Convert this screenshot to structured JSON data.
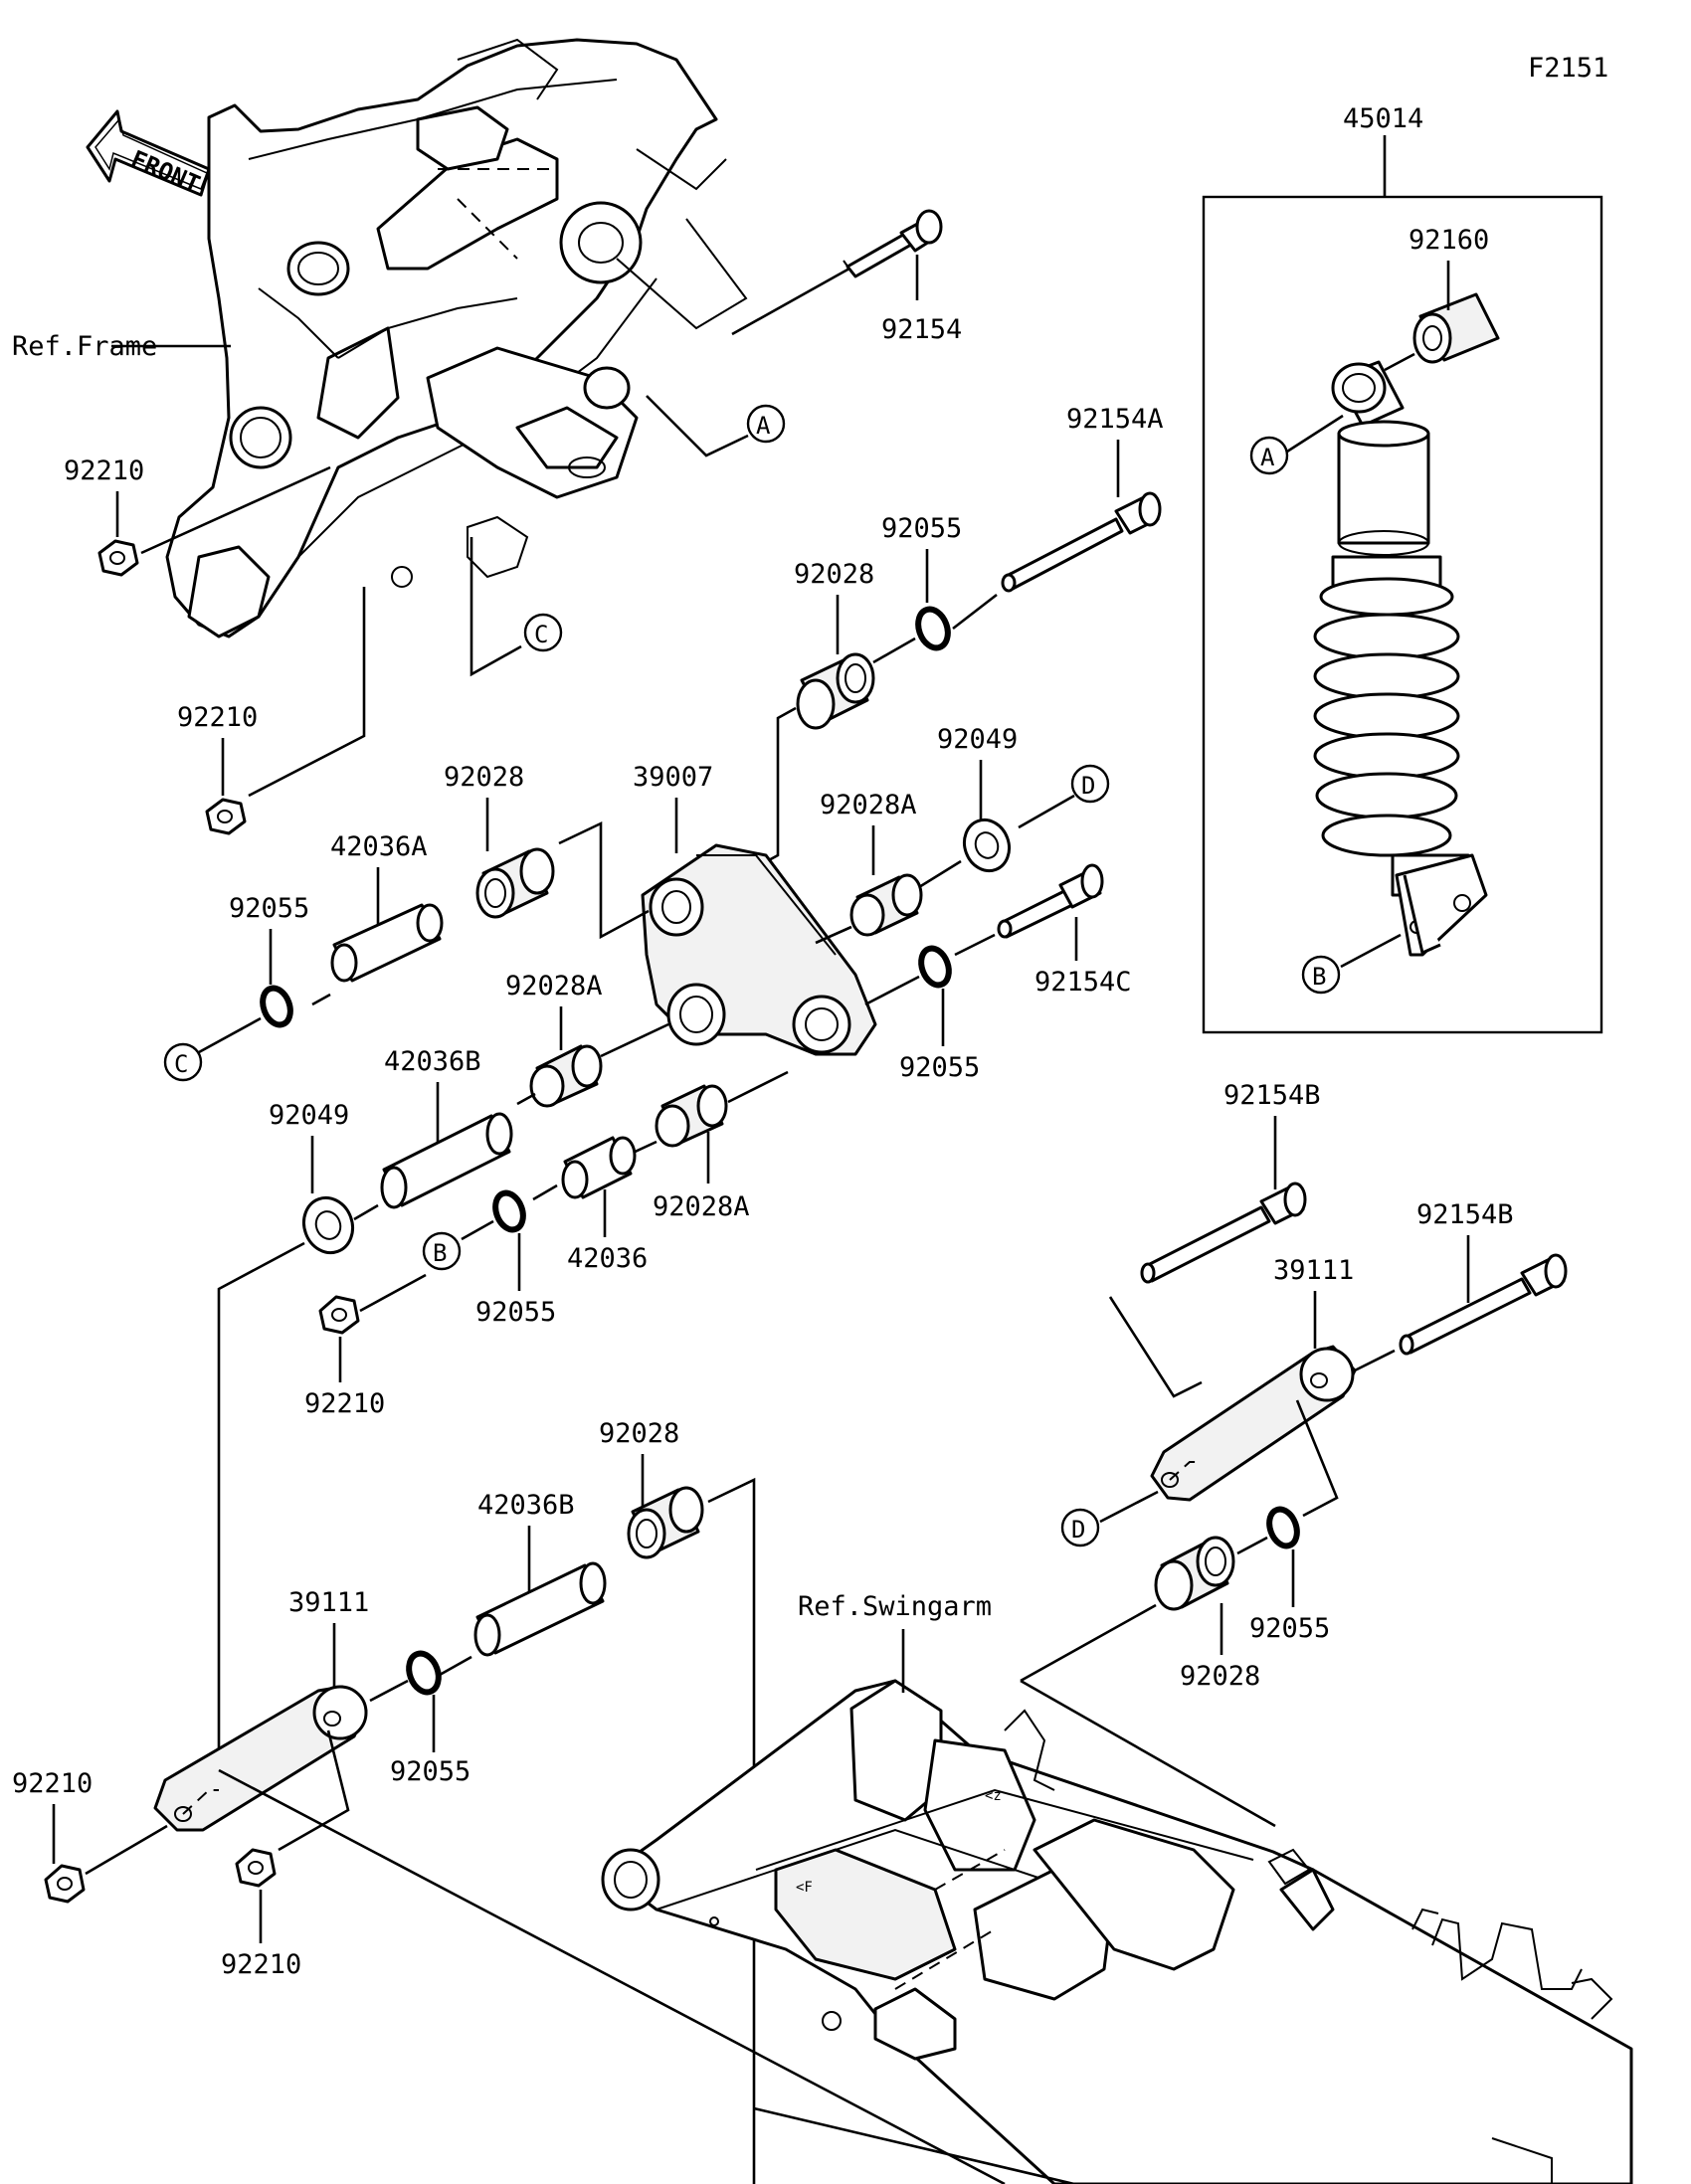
{
  "figure_code": "F2151",
  "front_label": "FRONT",
  "references": {
    "frame": "Ref.Frame",
    "swingarm": "Ref.Swingarm"
  },
  "callout_letters": [
    "A",
    "B",
    "C",
    "D"
  ],
  "parts": {
    "p92154": "92154",
    "p45014": "45014",
    "p92160": "92160",
    "p92154A": "92154A",
    "p92055_top": "92055",
    "p92028_top": "92028",
    "p92210_a": "92210",
    "p92210_b": "92210",
    "p92028_mid": "92028",
    "p39007": "39007",
    "p92049_top": "92049",
    "p92028A_top": "92028A",
    "p42036A": "42036A",
    "p92055_left": "92055",
    "p92154C": "92154C",
    "p92028A_mid": "92028A",
    "p92055_right": "92055",
    "p42036B_mid": "42036B",
    "p92049_left": "92049",
    "p92028A_low": "92028A",
    "p42036": "42036",
    "p92055_low": "92055",
    "p92210_c": "92210",
    "p92154B_a": "92154B",
    "p92154B_b": "92154B",
    "p39111_right": "39111",
    "p92028_bot": "92028",
    "p42036B_bot": "42036B",
    "p39111_left": "39111",
    "p92210_d": "92210",
    "p92055_bot": "92055",
    "p92210_e": "92210",
    "p92055_br": "92055",
    "p92028_br": "92028"
  },
  "icons": [
    "front-arrow-icon",
    "frame-drawing",
    "swingarm-drawing",
    "shock-absorber-drawing",
    "rocker-arm-drawing",
    "tie-rod-drawing",
    "bolt-drawing",
    "nut-drawing",
    "collar-drawing",
    "o-ring-drawing",
    "washer-drawing",
    "bushing-drawing"
  ]
}
